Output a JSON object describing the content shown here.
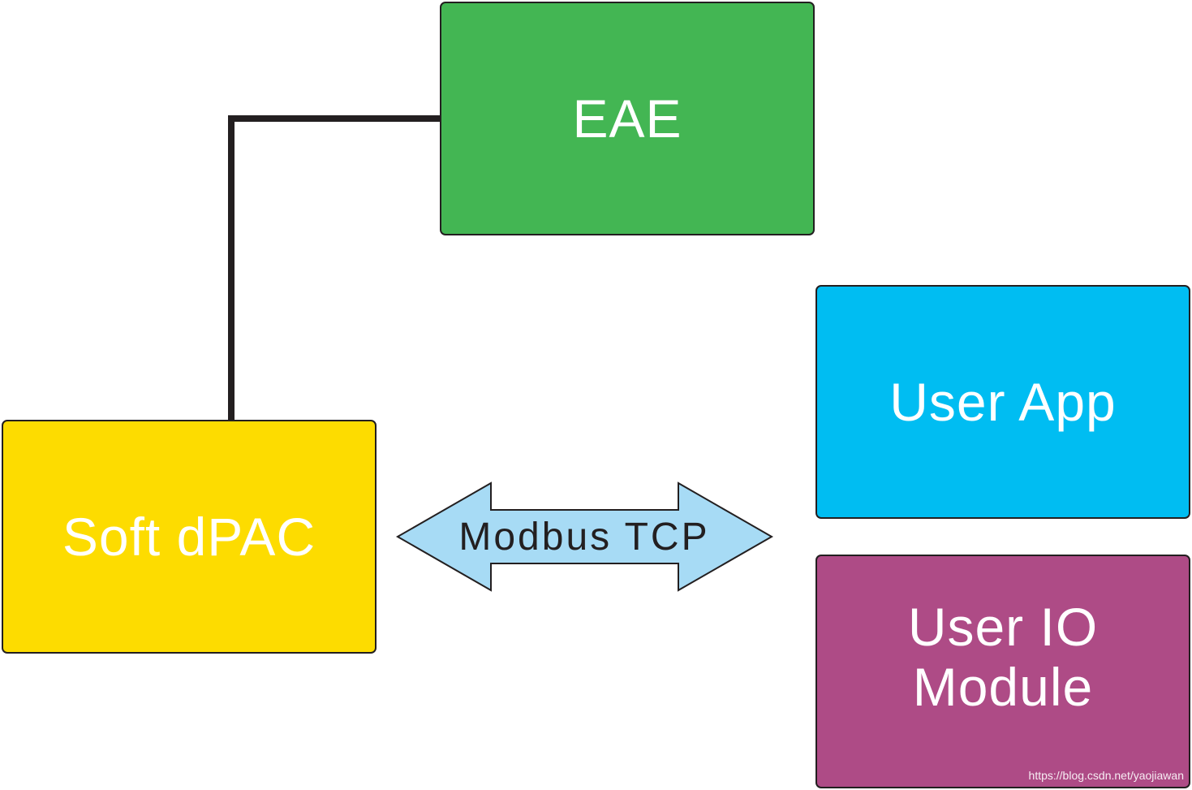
{
  "boxes": {
    "eae": {
      "label": "EAE",
      "color": "#43b653"
    },
    "soft_dpac": {
      "label": "Soft dPAC",
      "color": "#fddc00"
    },
    "user_app": {
      "label": "User App",
      "color": "#00bdf2"
    },
    "user_io": {
      "label": "User IO\nModule",
      "color": "#ae4b86"
    }
  },
  "arrow": {
    "label": "Modbus TCP",
    "color": "#a7dbf5"
  },
  "connector": {
    "color": "#231f20"
  },
  "watermark": "https://blog.csdn.net/yaojiawan"
}
